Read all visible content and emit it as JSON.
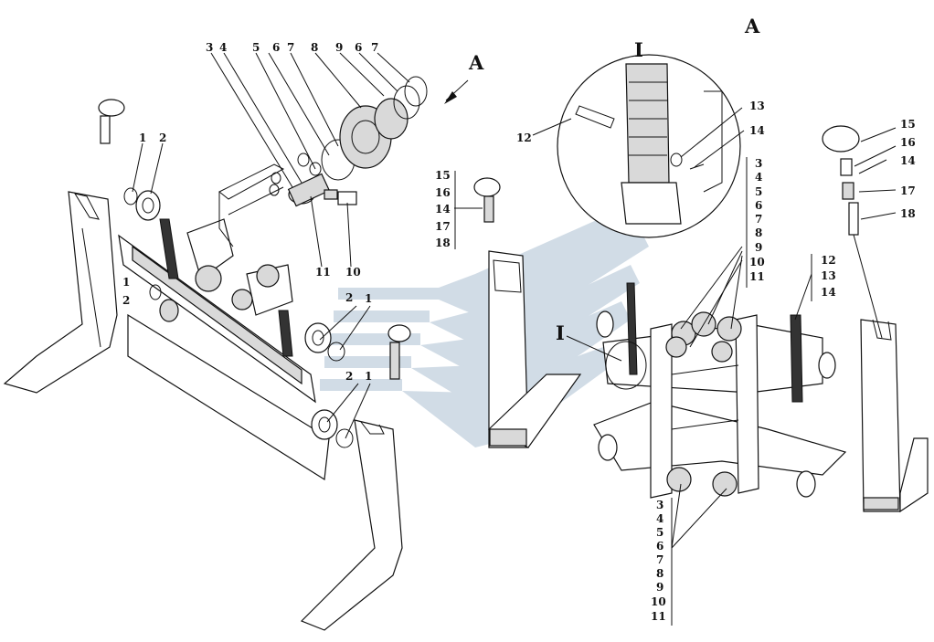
{
  "labels": {
    "view_a_top": "A",
    "view_a_arrow": "A",
    "detail_i_circle": "I",
    "detail_i_ref": "I",
    "exploded": {
      "l3": "3",
      "l4": "4",
      "l5": "5",
      "l6a": "6",
      "l7a": "7",
      "l8": "8",
      "l9": "9",
      "l6b": "6",
      "l7b": "7",
      "l11": "11",
      "l10": "10"
    },
    "left_bearing": {
      "l1": "1",
      "l2": "2"
    },
    "left_lower": {
      "l1": "1",
      "l2": "2"
    },
    "mid_pair_a": {
      "l2": "2",
      "l1": "1"
    },
    "mid_pair_b": {
      "l2": "2",
      "l1": "1"
    },
    "pin_stack": [
      "15",
      "16",
      "14",
      "17",
      "18"
    ],
    "detail_parts": {
      "l12": "12",
      "l13": "13",
      "l14": "14"
    },
    "right_stack_upper": [
      "3",
      "4",
      "5",
      "6",
      "7",
      "8",
      "9",
      "10",
      "11"
    ],
    "right_stack_chain": [
      "12",
      "13",
      "14"
    ],
    "right_stack_lower": [
      "3",
      "4",
      "5",
      "6",
      "7",
      "8",
      "9",
      "10",
      "11"
    ],
    "right_pin": {
      "l15": "15",
      "l16": "16",
      "l14": "14",
      "l17": "17",
      "l18": "18"
    }
  }
}
